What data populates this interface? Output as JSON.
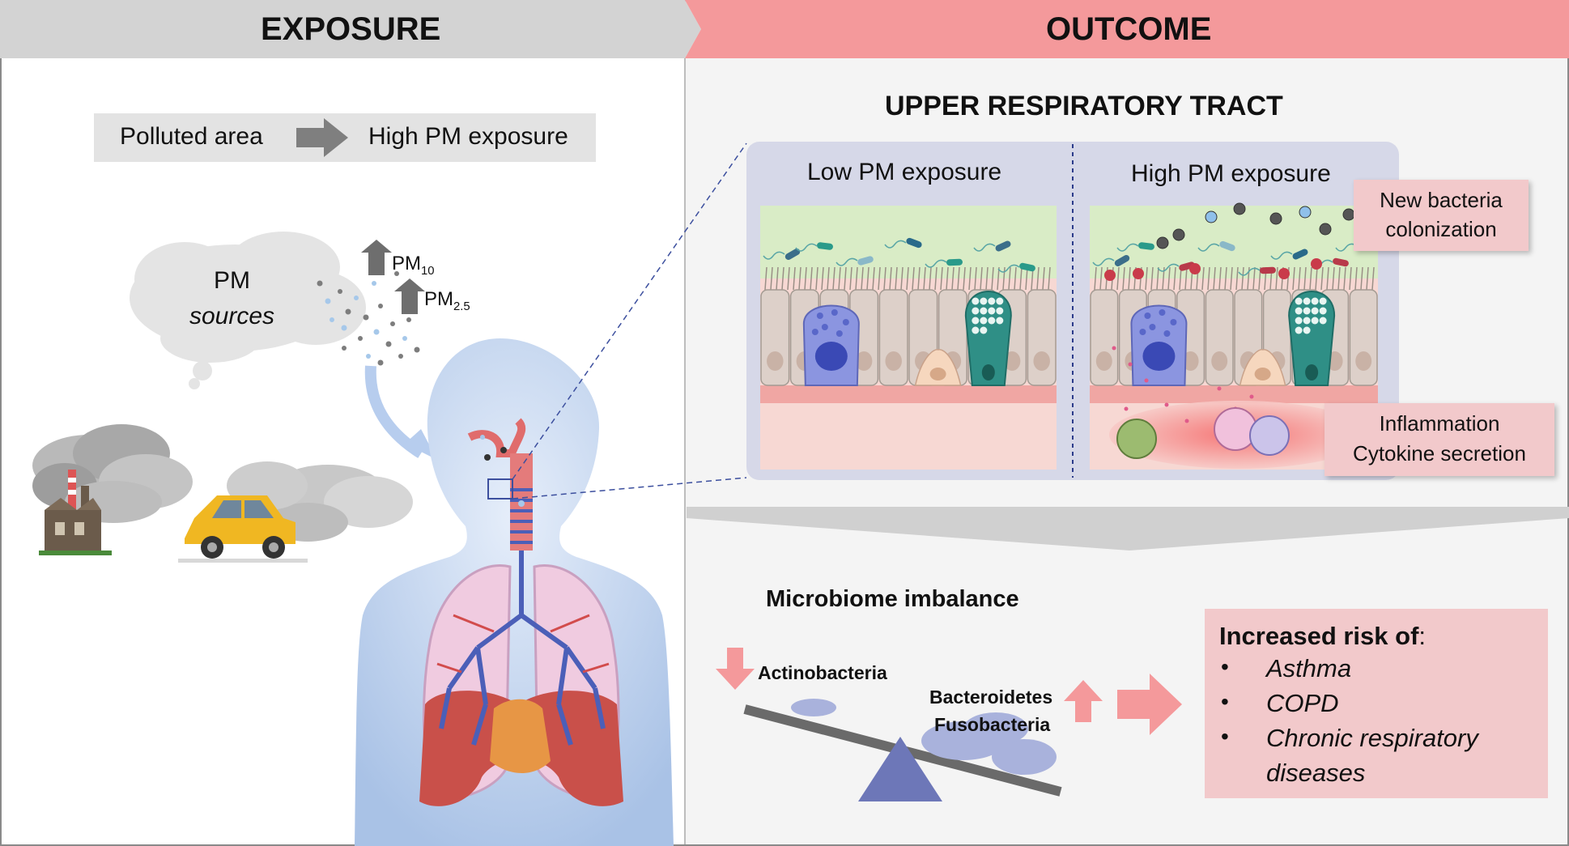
{
  "headers": {
    "exposure": "EXPOSURE",
    "outcome": "OUTCOME"
  },
  "exposure": {
    "flow_from": "Polluted area",
    "flow_to": "High PM exposure",
    "cloud_line1": "PM",
    "cloud_line2": "sources",
    "pm10_base": "PM",
    "pm10_sub": "10",
    "pm25_base": "PM",
    "pm25_sub": "2.5"
  },
  "outcome": {
    "section_title": "UPPER RESPIRATORY TRACT",
    "low_panel_title": "Low PM exposure",
    "high_panel_title": "High PM exposure",
    "callout_bacteria_line1": "New bacteria",
    "callout_bacteria_line2": "colonization",
    "callout_inflam_line1": "Inflammation",
    "callout_inflam_line2": "Cytokine secretion",
    "microbiome_title": "Microbiome imbalance",
    "decreased_taxon": "Actinobacteria",
    "increased_taxon1": "Bacteroidetes",
    "increased_taxon2": "Fusobacteria",
    "risk_title": "Increased risk of",
    "risk_colon": ":",
    "risks": [
      "Asthma",
      "COPD",
      "Chronic respiratory",
      "diseases"
    ],
    "bullet": "•"
  },
  "colors": {
    "exposure_header": "#d3d3d3",
    "outcome_header": "#f4999b",
    "panel_bg": "#d6d8e8",
    "epithelium": "#ddd0c9",
    "mucus": "#d9ecc6",
    "callout": "#f2c9cb"
  }
}
